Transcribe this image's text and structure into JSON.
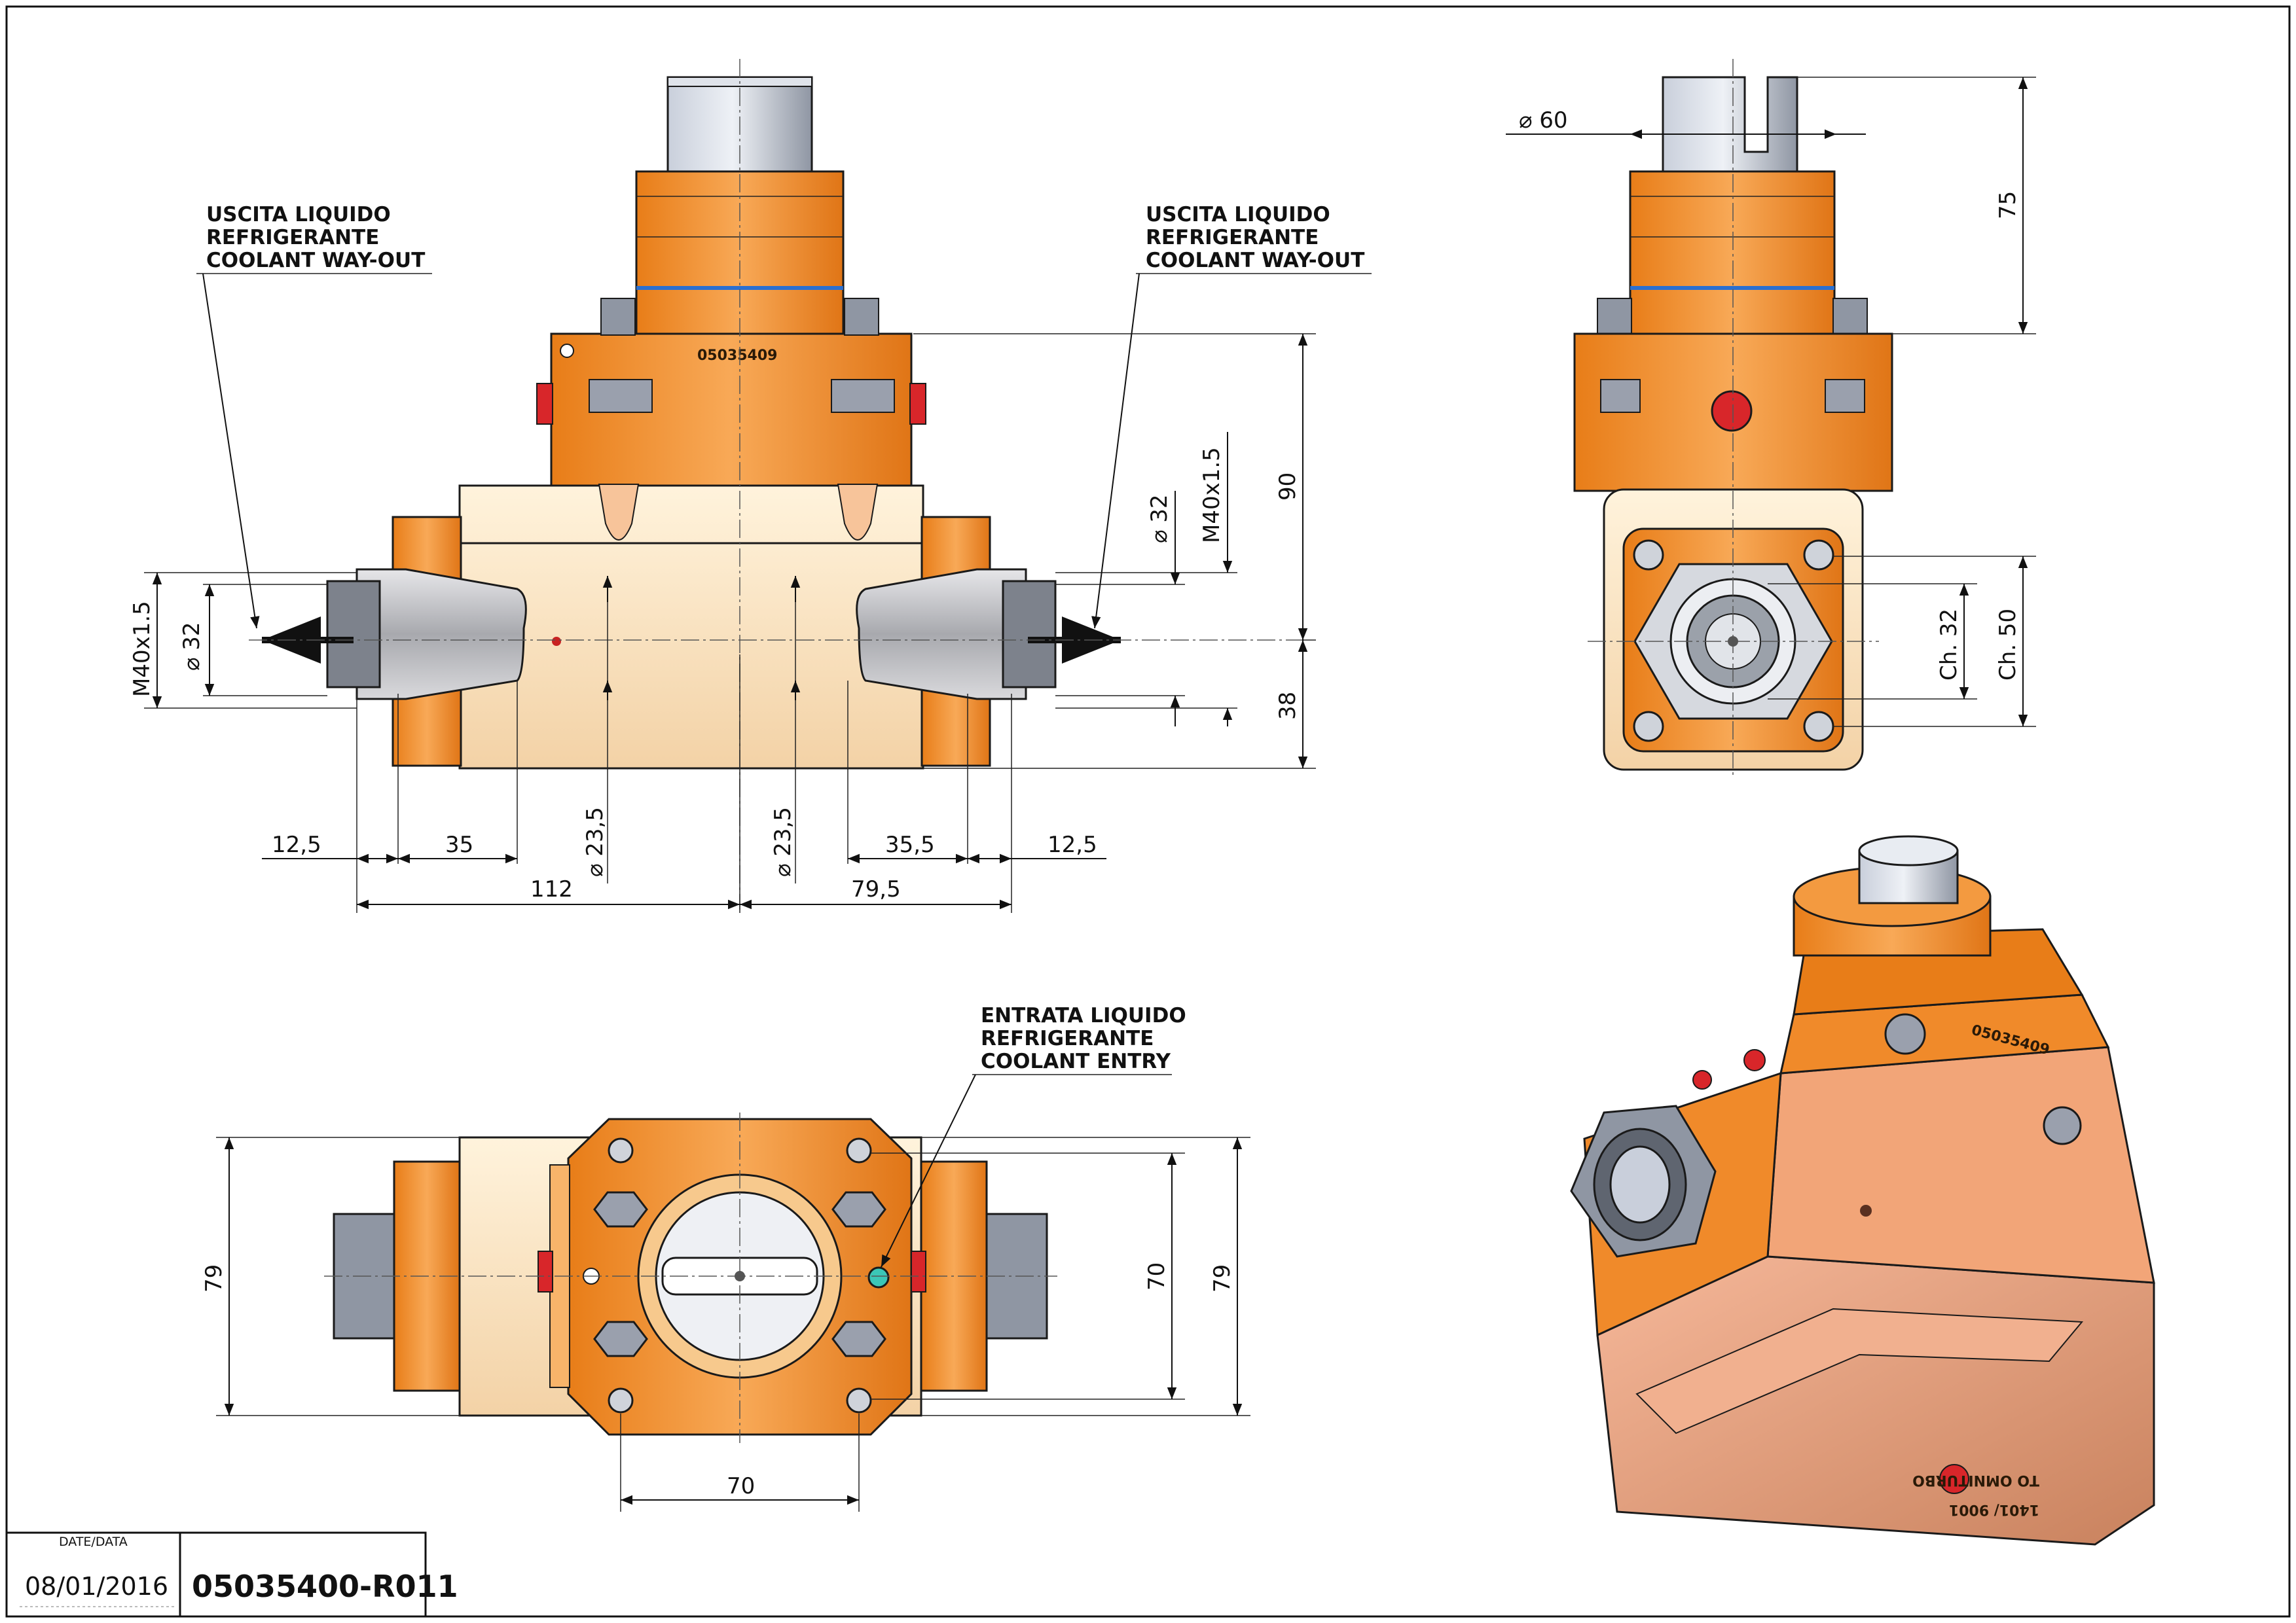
{
  "notes": {
    "coolant_out_left": [
      "USCITA LIQUIDO",
      "REFRIGERANTE",
      "COOLANT WAY-OUT"
    ],
    "coolant_out_right": [
      "USCITA LIQUIDO",
      "REFRIGERANTE",
      "COOLANT WAY-OUT"
    ],
    "coolant_in": [
      "ENTRATA LIQUIDO",
      "REFRIGERANTE",
      "COOLANT ENTRY"
    ]
  },
  "front_view": {
    "part_marking": "05035409",
    "dims": {
      "left_12_5": "12,5",
      "left_35": "35",
      "left_dia_23_5": "⌀ 23,5",
      "right_dia_23_5": "⌀ 23,5",
      "right_35_5": "35,5",
      "right_12_5": "12,5",
      "total_112": "112",
      "total_79_5": "79,5",
      "left_thread": "M40x1.5",
      "left_dia_32": "⌀ 32",
      "right_dia_32": "⌀ 32",
      "right_thread": "M40x1.5",
      "height_90": "90",
      "height_38": "38"
    }
  },
  "side_view": {
    "dims": {
      "dia_60": "⌀ 60",
      "height_75": "75",
      "wrench_32": "Ch. 32",
      "wrench_50": "Ch. 50"
    }
  },
  "bottom_view": {
    "dims": {
      "height_79_left": "79",
      "height_70": "70",
      "height_79_right": "79",
      "width_70": "70"
    }
  },
  "iso_view": {
    "top_marking": "05035409",
    "side_marking": "TO OMNITURBO",
    "serial_marking": "1401/ 9001"
  },
  "title_block": {
    "date_label": "DATE/DATA",
    "date_value": "08/01/2016",
    "drawing_code": "05035400-R011"
  },
  "colors": {
    "body_orange": "#f08a2a",
    "body_cream": "#fbe8c9",
    "seal_blue": "#2a6fd0",
    "steel_gray": "#9aa0ad",
    "plug_red": "#d8262a"
  }
}
